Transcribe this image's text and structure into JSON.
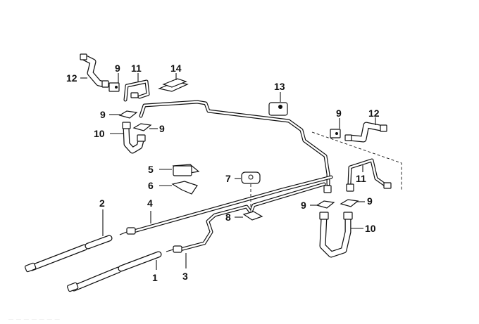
{
  "diagram": {
    "title": "Brake pipe / hose assembly exploded parts diagram",
    "callouts": [
      {
        "id": "c1",
        "number": "1",
        "part": "brake-hose-front-lower"
      },
      {
        "id": "c2",
        "number": "2",
        "part": "brake-hose-front-upper"
      },
      {
        "id": "c3",
        "number": "3",
        "part": "brake-pipe-lower"
      },
      {
        "id": "c4",
        "number": "4",
        "part": "brake-pipe-upper"
      },
      {
        "id": "c5",
        "number": "5",
        "part": "pipe-clip-cover"
      },
      {
        "id": "c6",
        "number": "6",
        "part": "pipe-clip-base"
      },
      {
        "id": "c7",
        "number": "7",
        "part": "pipe-holder"
      },
      {
        "id": "c8",
        "number": "8",
        "part": "holder-nut-clip"
      },
      {
        "id": "c9a",
        "number": "9",
        "part": "bracket-left-top"
      },
      {
        "id": "c9b",
        "number": "9",
        "part": "bracket-left-mid"
      },
      {
        "id": "c9c",
        "number": "9",
        "part": "bracket-left-lower"
      },
      {
        "id": "c9d",
        "number": "9",
        "part": "bracket-right-top"
      },
      {
        "id": "c9e",
        "number": "9",
        "part": "bracket-right-lower-left"
      },
      {
        "id": "c9f",
        "number": "9",
        "part": "bracket-right-lower-right"
      },
      {
        "id": "c10a",
        "number": "10",
        "part": "rear-hose-left"
      },
      {
        "id": "c10b",
        "number": "10",
        "part": "rear-hose-right"
      },
      {
        "id": "c11a",
        "number": "11",
        "part": "bent-pipe-left"
      },
      {
        "id": "c11b",
        "number": "11",
        "part": "bent-pipe-right"
      },
      {
        "id": "c12a",
        "number": "12",
        "part": "caliper-hose-left"
      },
      {
        "id": "c12b",
        "number": "12",
        "part": "caliper-hose-right"
      },
      {
        "id": "c13",
        "number": "13",
        "part": "connector-block"
      },
      {
        "id": "c14",
        "number": "14",
        "part": "clip-strip"
      }
    ],
    "watermark": "— — — — — — —"
  }
}
